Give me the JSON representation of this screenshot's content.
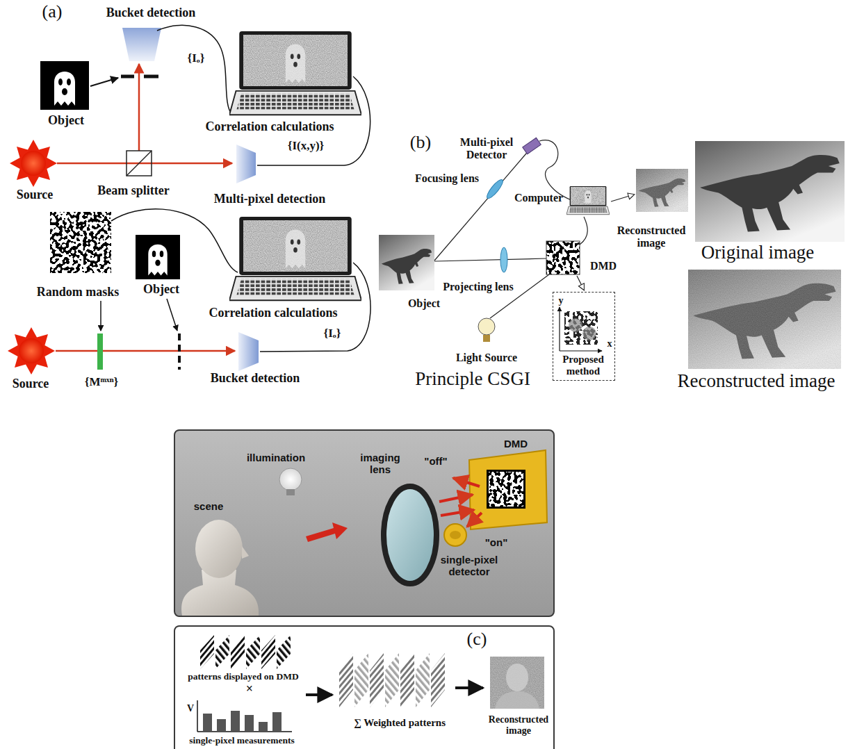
{
  "diagram": {
    "nodes": [
      {
        "text": [
          "y",
          "x",
          "Proposed method"
        ]
      },
      {
        "text": [
          "illumination",
          "scene",
          "imaging lens",
          "DMD",
          "\"off\"",
          "\"on\"",
          "single-pixel detector"
        ]
      },
      {
        "text": [
          "(c)",
          "patterns displayed on DMD",
          "×",
          "V",
          "single-pixel measurements",
          "∑ Weighted patterns",
          "Reconstructed image"
        ]
      }
    ],
    "labels": [
      "(a)",
      "Bucket detection",
      "{Iₒ}",
      "Object",
      "Correlation calculations",
      "{I(x,y)}",
      "Source",
      "Beam splitter",
      "Multi-pixel detection",
      "Random masks",
      "Object",
      "Correlation calculations",
      "{Iₒ}",
      "Source",
      "{Mᵐˣⁿ}",
      "Bucket detection",
      "(b)",
      "Multi-pixel Detector",
      "Focusing lens",
      "Computer",
      "Reconstructed image",
      "Original image",
      "Object",
      "Projecting lens",
      "DMD",
      "Light Source",
      "Principle CSGI",
      "Reconstructed image"
    ]
  }
}
